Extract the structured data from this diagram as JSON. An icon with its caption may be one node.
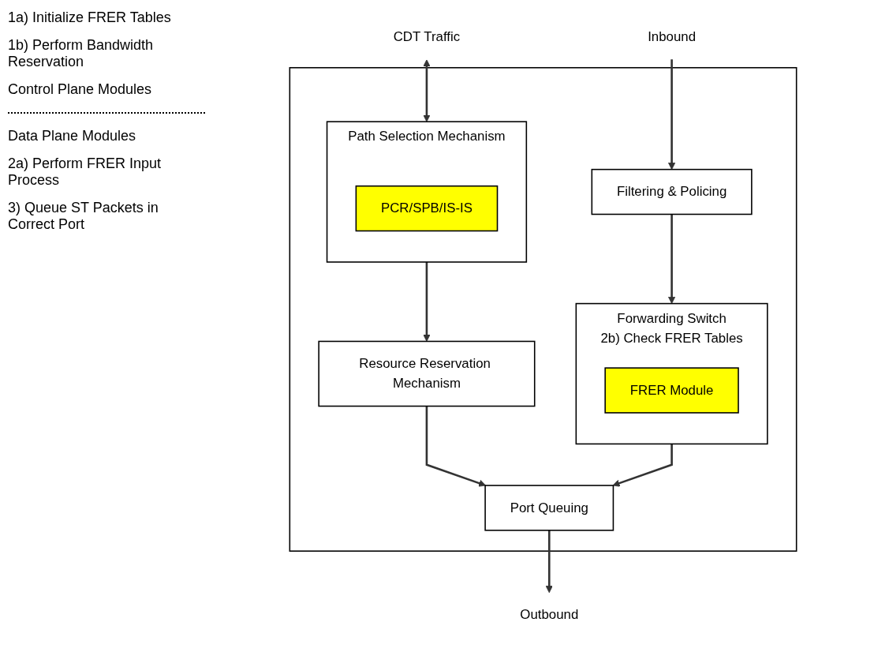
{
  "diagram": {
    "nodes": [
      {
        "text": [],
        "shape": "box"
      },
      {
        "text": [
          "Path Selection Mechanism"
        ],
        "in": 0
      },
      {
        "text": [
          "PCR/SPB/IS-IS"
        ],
        "in": 1
      },
      {
        "text": [
          "Resource Reservation Mechanism"
        ],
        "in": 0
      },
      {
        "text": [
          "Filtering & Policing"
        ],
        "in": 0
      },
      {
        "text": [
          "Forwarding Switch",
          "2b) Check FRER Tables"
        ],
        "in": 0
      },
      {
        "text": [
          "FRER Module"
        ],
        "in": 5
      },
      {
        "text": [
          "Port Queuing"
        ],
        "in": 0
      },
      {
        "text": [
          "CDT Traffic"
        ]
      },
      {
        "text": [
          "Inbound"
        ]
      },
      {
        "text": [
          "Outbound"
        ]
      }
    ],
    "edges": [
      {
        "from": 8,
        "to": 1,
        "arrow": "both"
      },
      {
        "from": 1,
        "to": 3,
        "arrow": "to"
      },
      {
        "from": 3,
        "to": 7,
        "arrow": "to"
      },
      {
        "from": 4,
        "to": 5,
        "arrow": "to"
      },
      {
        "from": 5,
        "to": 7,
        "arrow": "to"
      },
      {
        "from": 9,
        "to": 4,
        "arrow": "to"
      },
      {
        "from": 7,
        "to": 10,
        "arrow": "to"
      }
    ],
    "labels": [
      "1a) Initialize FRER Tables",
      "1b) Perform Bandwidth Reservation",
      "Control Plane Modules",
      "Data Plane Modules",
      "2a) Perform FRER Input Process",
      "3) Queue ST Packets in Correct Port"
    ]
  }
}
